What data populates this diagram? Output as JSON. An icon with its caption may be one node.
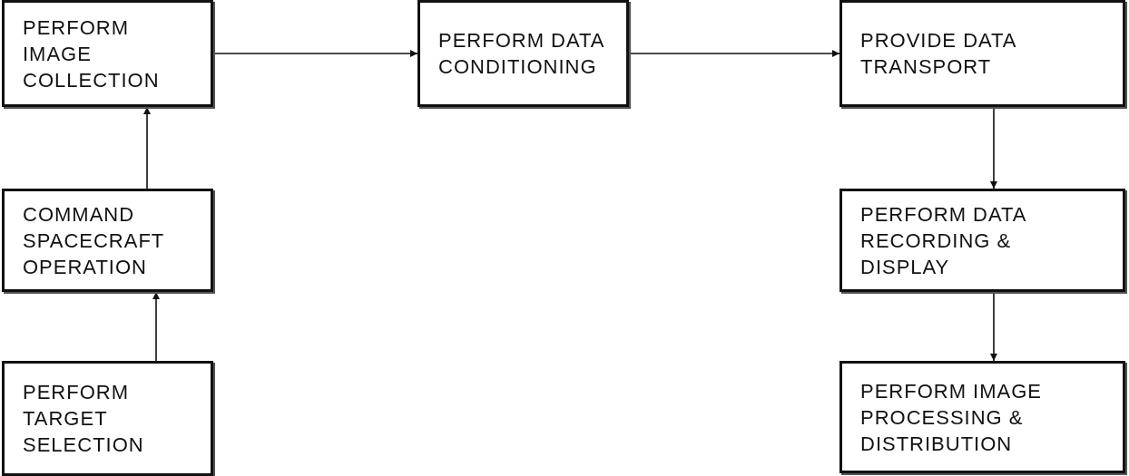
{
  "diagram": {
    "nodes": [
      {
        "text": [
          "PERFORM IMAGE COLLECTION"
        ]
      },
      {
        "text": [
          "PERFORM DATA CONDITIONING"
        ]
      },
      {
        "text": [
          "PROVIDE DATA TRANSPORT"
        ]
      },
      {
        "text": [
          "COMMAND SPACECRAFT OPERATION"
        ]
      },
      {
        "text": [
          "PERFORM TARGET SELECTION"
        ]
      },
      {
        "text": [
          "PERFORM DATA RECORDING & DISPLAY"
        ]
      },
      {
        "text": [
          "PERFORM IMAGE PROCESSING & DISTRIBUTION"
        ]
      }
    ],
    "edges": [
      {
        "from": 0,
        "to": 1,
        "arrow": "to"
      },
      {
        "from": 1,
        "to": 2,
        "arrow": "to"
      },
      {
        "from": 3,
        "to": 0,
        "arrow": "to"
      },
      {
        "from": 4,
        "to": 3,
        "arrow": "to"
      },
      {
        "from": 2,
        "to": 5,
        "arrow": "to"
      },
      {
        "from": 5,
        "to": 6,
        "arrow": "to"
      }
    ]
  }
}
